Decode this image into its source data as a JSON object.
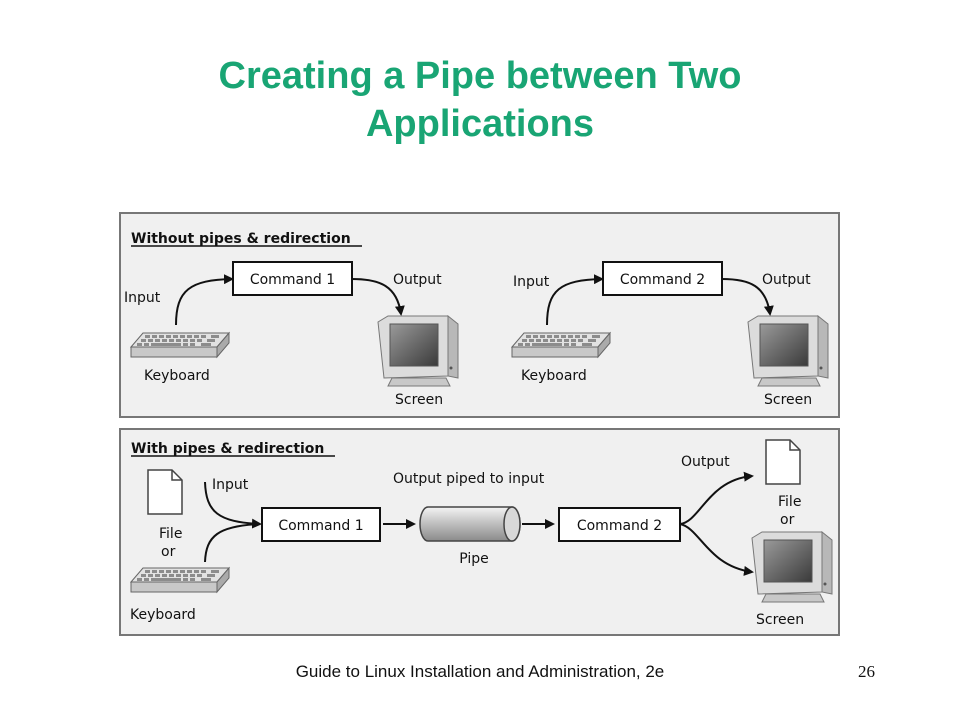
{
  "title": {
    "line1": "Creating a Pipe between Two",
    "line2": "Applications"
  },
  "top_panel": {
    "heading": "Without pipes & redirection",
    "left": {
      "input": "Input",
      "command": "Command 1",
      "output": "Output",
      "keyboard": "Keyboard",
      "screen": "Screen"
    },
    "right": {
      "input": "Input",
      "command": "Command 2",
      "output": "Output",
      "keyboard": "Keyboard",
      "screen": "Screen"
    }
  },
  "bottom_panel": {
    "heading": "With pipes & redirection",
    "input": "Input",
    "file": "File",
    "or": "or",
    "keyboard": "Keyboard",
    "command1": "Command 1",
    "piped": "Output piped to input",
    "pipe": "Pipe",
    "command2": "Command 2",
    "output": "Output",
    "file_out": "File",
    "or_out": "or",
    "screen": "Screen"
  },
  "footer": {
    "text": "Guide to Linux Installation and Administration, 2e",
    "page": "26"
  }
}
